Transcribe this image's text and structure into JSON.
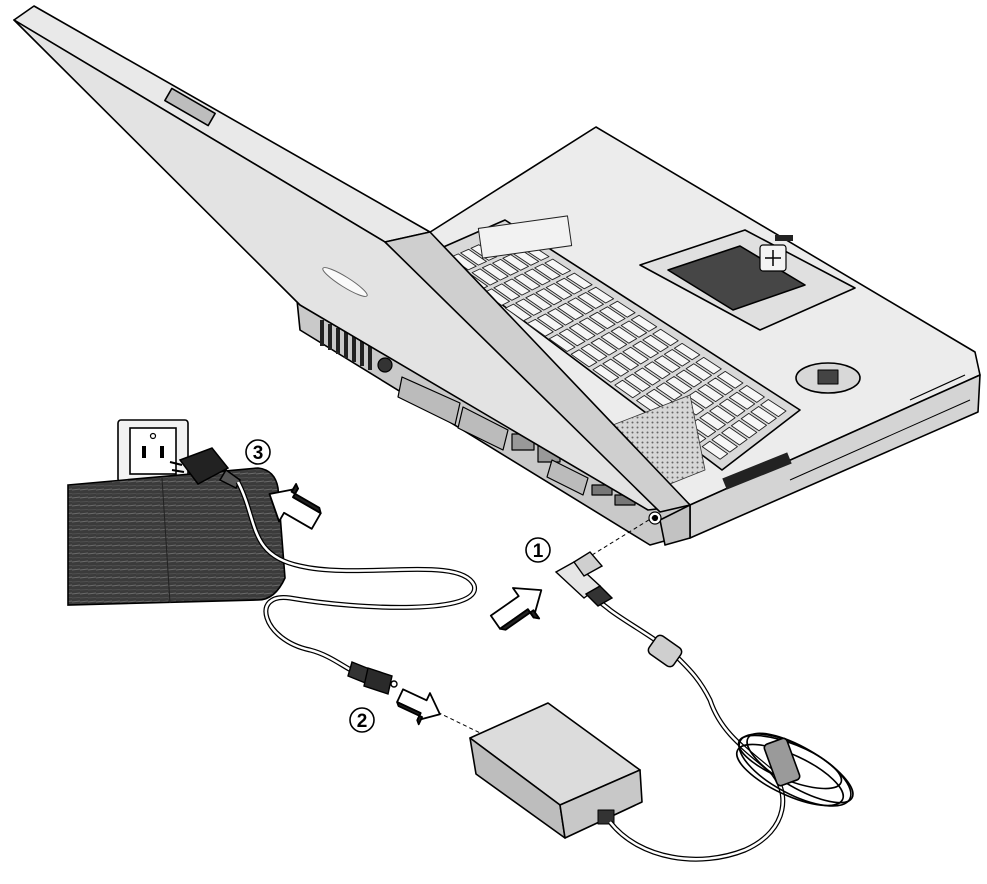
{
  "figure": {
    "steps": [
      {
        "id": 1,
        "label": "1"
      },
      {
        "id": 2,
        "label": "2"
      },
      {
        "id": 3,
        "label": "3"
      }
    ],
    "colors": {
      "line": "#000000",
      "case": "#e6e6e6",
      "case_shadow": "#c8c8c8",
      "dark": "#3a3a3a",
      "touchpad": "#454545",
      "adapter": "#bdbdbd",
      "adapter_top": "#dcdcdc",
      "arrow_fill": "#ffffff"
    },
    "icons": [
      "laptop",
      "keyboard",
      "touchpad",
      "power-adapter",
      "wall-outlet",
      "power-cord",
      "plug",
      "dc-connector",
      "insert-arrow"
    ]
  }
}
